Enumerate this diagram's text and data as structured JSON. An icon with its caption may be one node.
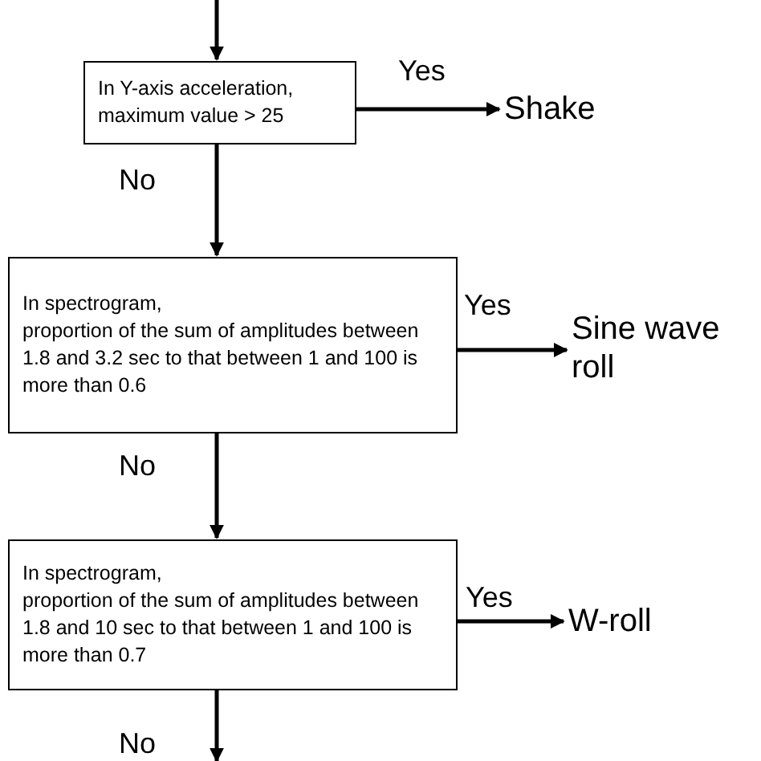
{
  "diagram": {
    "nodes": [
      {
        "text": [
          "In Y-axis acceleration, maximum value > 25"
        ]
      },
      {
        "text": [
          "Shake"
        ]
      },
      {
        "text": [
          "In spectrogram,",
          "proportion of the sum of amplitudes between 1.8 and 3.2 sec to that between 1 and 100 is more than 0.6"
        ]
      },
      {
        "text": [
          "Sine wave roll"
        ]
      },
      {
        "text": [
          "In spectrogram,",
          "proportion of the sum of amplitudes between 1.8 and 10 sec to that between 1 and 100 is more than 0.7"
        ]
      },
      {
        "text": [
          "W-roll"
        ]
      }
    ],
    "edges": [
      {
        "from": null,
        "to": 0,
        "arrow": "to"
      },
      {
        "from": 0,
        "to": 1,
        "arrow": "to",
        "label": "Yes"
      },
      {
        "from": 0,
        "to": 2,
        "arrow": "to",
        "label": "No"
      },
      {
        "from": 2,
        "to": 3,
        "arrow": "to",
        "label": "Yes"
      },
      {
        "from": 2,
        "to": 4,
        "arrow": "to",
        "label": "No"
      },
      {
        "from": 4,
        "to": 5,
        "arrow": "to",
        "label": "Yes"
      },
      {
        "from": 4,
        "to": null,
        "arrow": "to",
        "label": "No"
      }
    ]
  }
}
